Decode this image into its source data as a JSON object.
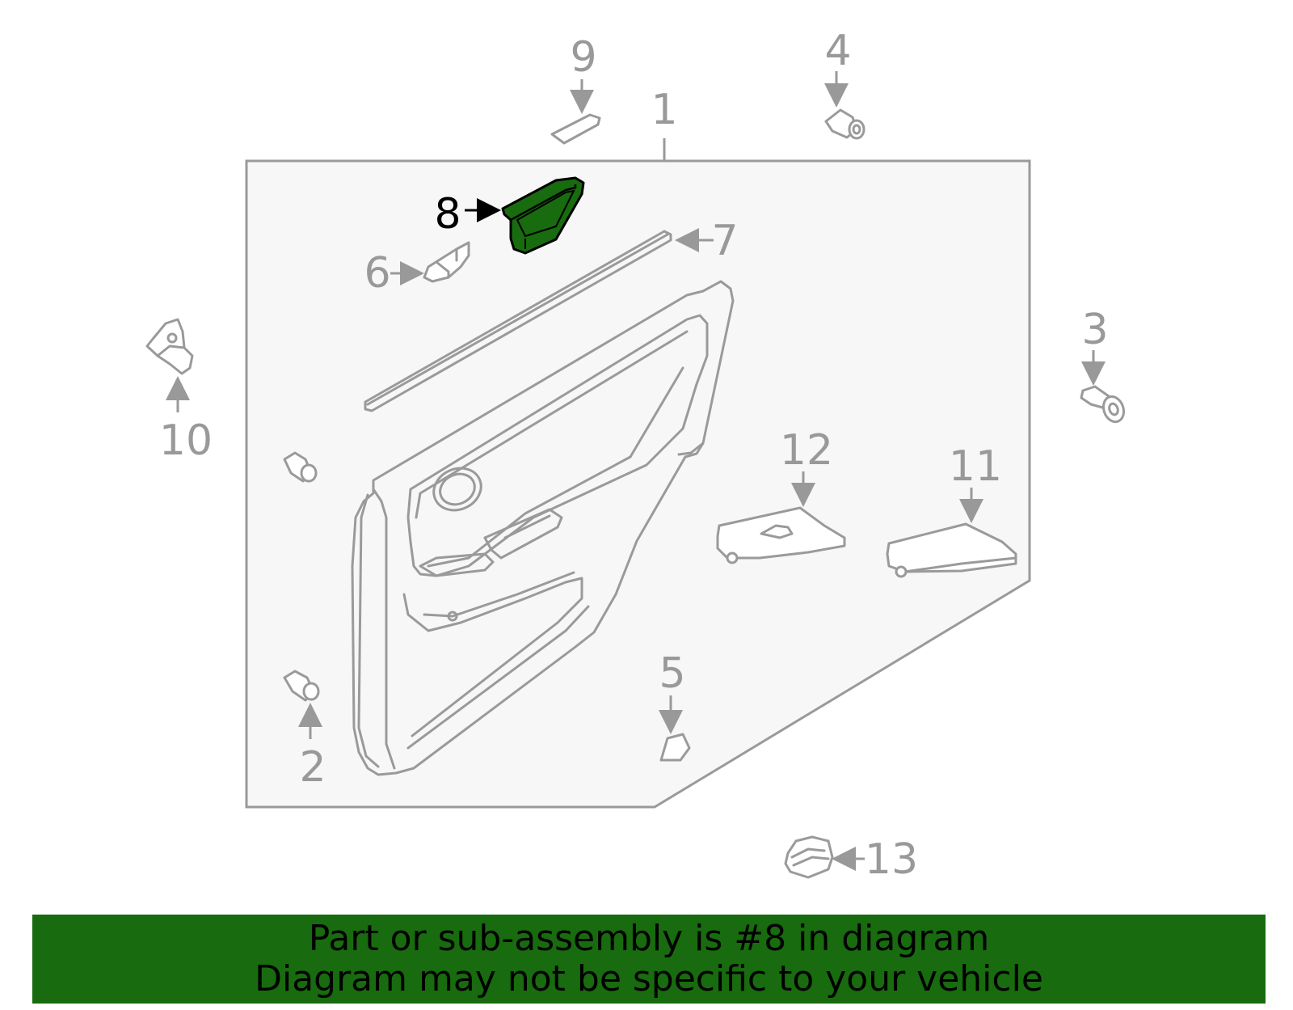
{
  "colors": {
    "highlight": "#186b0e",
    "line": "#9a9a9a",
    "panel_bg": "#f7f7f7",
    "banner_bg": "#186b0e"
  },
  "callouts": {
    "c1": "1",
    "c2": "2",
    "c3": "3",
    "c4": "4",
    "c5": "5",
    "c6": "6",
    "c7": "7",
    "c8": "8",
    "c9": "9",
    "c10": "10",
    "c11": "11",
    "c12": "12",
    "c13": "13"
  },
  "highlighted_part": "8",
  "banner": {
    "line1": "Part or sub-assembly is #8 in diagram",
    "line2": "Diagram may not be specific to your vehicle"
  }
}
